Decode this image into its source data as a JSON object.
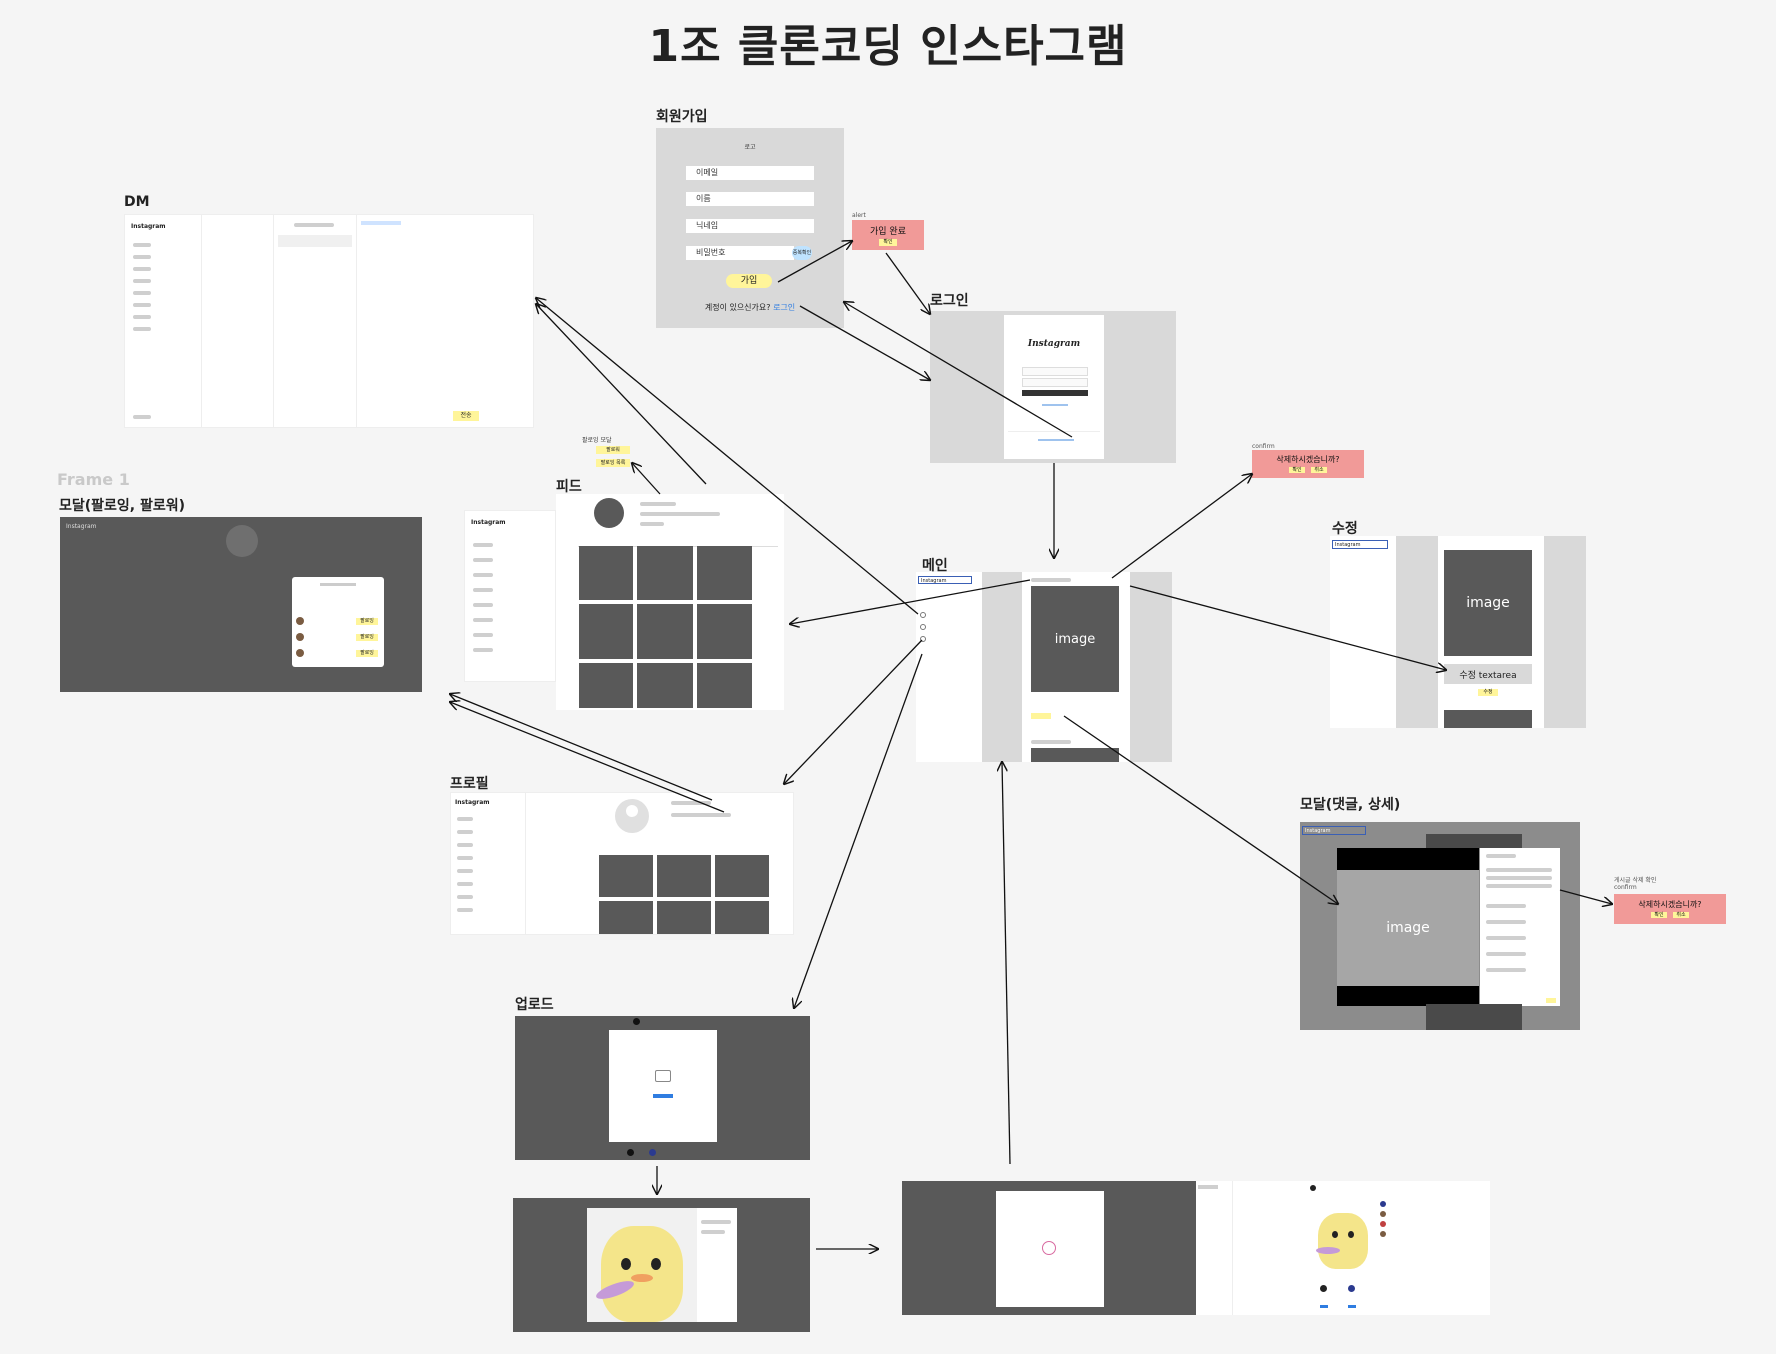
{
  "title": "1조 클론코딩 인스타그램",
  "frames": {
    "dm": "DM",
    "signup": "회원가입",
    "login": "로그인",
    "frame1": "Frame 1",
    "follow_modal": "모달(팔로잉, 팔로워)",
    "feed": "피드",
    "main": "메인",
    "edit": "수정",
    "profile": "프로필",
    "comment_modal": "모달(댓글, 상세)",
    "upload": "업로드"
  },
  "signup": {
    "header": "로고",
    "fields": [
      "이메일",
      "이름",
      "닉네임",
      "비밀번호"
    ],
    "check_button": "중복확인",
    "submit": "가입",
    "footer_text": "계정이 있으신가요?",
    "footer_link": "로그인"
  },
  "signup_done": {
    "label": "alert",
    "text": "가입 완료",
    "button": "확인"
  },
  "login": {
    "logo": "Instagram"
  },
  "delete_confirm": {
    "label": "confirm",
    "text": "삭제하시겠습니까?",
    "ok": "확인",
    "cancel": "취소"
  },
  "delete_confirm2": {
    "note": "게시글 삭제 확인",
    "label": "confirm",
    "text": "삭제하시겠습니까?",
    "ok": "확인",
    "cancel": "취소"
  },
  "feed_note": {
    "title": "팔로잉 모달",
    "items": [
      "팔로워",
      "팔로잉 목록"
    ]
  },
  "main": {
    "image": "image",
    "logo": "Instagram"
  },
  "edit": {
    "image": "image",
    "textarea": "수정 textarea",
    "button": "수정",
    "logo": "Instagram"
  },
  "comment_modal": {
    "image": "image",
    "logo": "Instagram"
  },
  "dm": {
    "logo": "Instagram",
    "send": "전송"
  },
  "profile": {
    "logo": "Instagram"
  },
  "feed": {
    "logo": "Instagram"
  },
  "follow_modal": {
    "logo": "Instagram",
    "buttons": [
      "팔로잉",
      "팔로잉",
      "팔로잉"
    ]
  },
  "colors": {
    "background": "#f5f5f5",
    "dark": "#595959",
    "alert": "#f19a98",
    "highlight": "#fff59a"
  }
}
